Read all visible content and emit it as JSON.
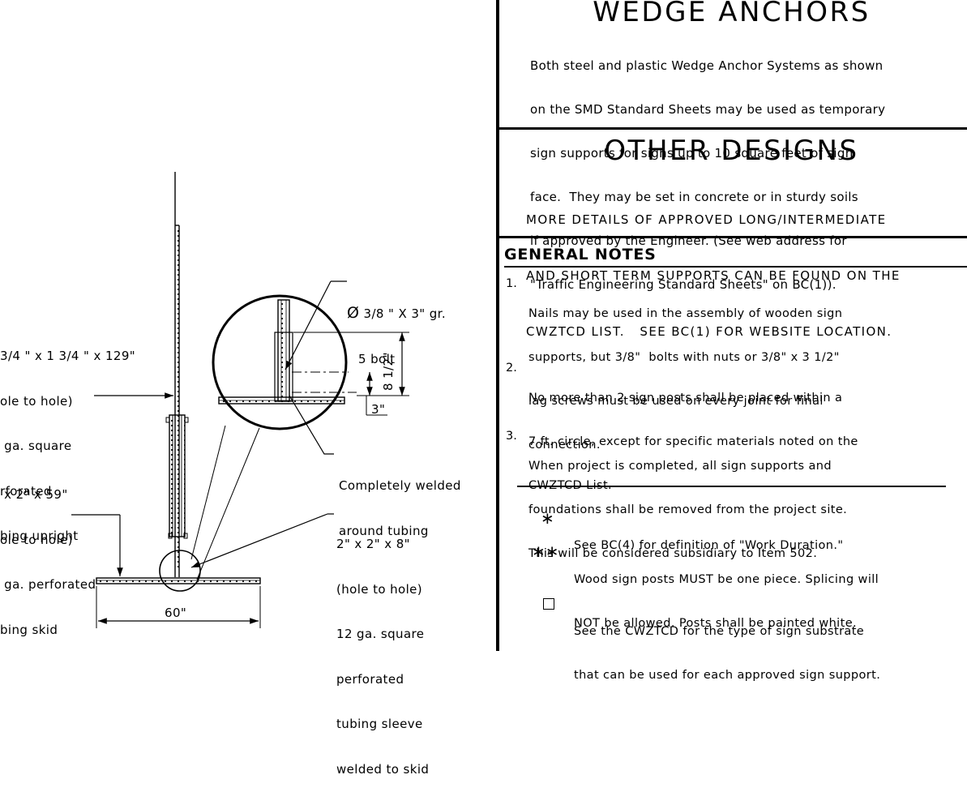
{
  "drawing": {
    "labels": {
      "upright": [
        "3/4 \" x 1 3/4 \" x 129\"",
        "ole to hole)",
        " ga. square",
        "rforated",
        "bing upright"
      ],
      "skid": [
        " x 2\" x 59\"",
        "ole to hole)",
        " ga. perforated",
        "bing skid"
      ],
      "bolt": [
        "3/8 \" X 3\" gr.",
        "5 bolt"
      ],
      "bolt_symbol": "Ø",
      "welded": [
        "Completely welded",
        "around tubing"
      ],
      "sleeve": [
        "2\" x 2\" x 8\"",
        "(hole to hole)",
        "12 ga. square",
        "perforated",
        "tubing sleeve",
        "welded to skid"
      ],
      "dim_60": "60\"",
      "dim_8_half": "8 1/2\"",
      "dim_3": "3\""
    }
  },
  "panel": {
    "wedge": {
      "title": "WEDGE ANCHORS",
      "lines": [
        "Both steel and plastic Wedge Anchor Systems as shown",
        "on the SMD Standard Sheets may be used as temporary",
        "sign supports for signs up to 10 square feet of sign",
        "face.  They may be set in concrete or in sturdy soils",
        "if approved by the Engineer. (See web address for",
        "\"Traffic Engineering Standard Sheets\" on BC(1))."
      ]
    },
    "other": {
      "title": "OTHER DESIGNS",
      "lines": [
        "MORE DETAILS OF APPROVED LONG/INTERMEDIATE",
        "AND SHORT TERM SUPPORTS CAN BE FOUND ON THE",
        "CWZTCD LIST.   SEE BC(1) FOR WEBSITE LOCATION."
      ]
    },
    "general": {
      "title": "GENERAL NOTES",
      "notes": [
        {
          "num": "1.",
          "lines": [
            "Nails may be used in the assembly of wooden sign",
            "supports, but 3/8\"  bolts with nuts or 3/8\" x 3 1/2\"",
            "lag screws must be used on every joint for final",
            "connection."
          ]
        },
        {
          "num": "2.",
          "lines": [
            "No more than 2 sign posts shall be placed within a",
            "7 ft. circle, except for specific materials noted on the",
            "CWZTCD List."
          ]
        },
        {
          "num": "3.",
          "lines": [
            "When project is completed, all sign supports and",
            "foundations shall be removed from the project site.",
            "This will be considered subsidiary to Item 502."
          ]
        }
      ]
    },
    "legend": [
      {
        "symbol": "∗",
        "icon": "asterisk-icon",
        "lines": [
          "See BC(4) for definition of \"Work Duration.\""
        ]
      },
      {
        "symbol": "∗∗",
        "icon": "double-asterisk-icon",
        "lines": [
          "Wood sign posts MUST be one piece. Splicing will",
          "NOT be allowed. Posts shall be painted white."
        ]
      },
      {
        "symbol": "",
        "icon": "square-box-icon",
        "lines": [
          "See the CWZTCD for the type of sign substrate",
          "that can be used for each approved sign support."
        ]
      }
    ]
  }
}
